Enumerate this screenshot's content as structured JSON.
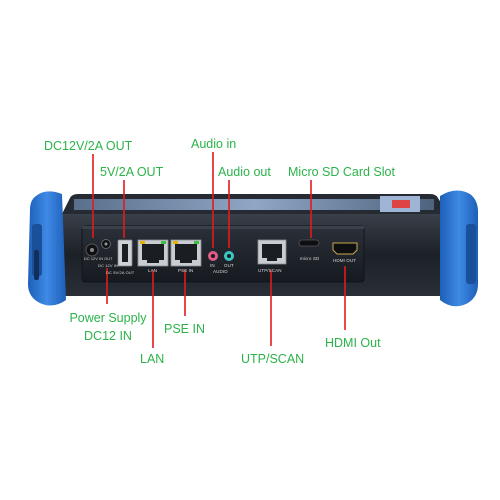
{
  "labels": {
    "dc_out": "DC12V/2A OUT",
    "usb_out": "5V/2A OUT",
    "audio_in": "Audio in",
    "audio_out": "Audio out",
    "sd_slot": "Micro SD Card Slot",
    "power_line1": "Power Supply",
    "power_line2": "DC12 IN",
    "lan": "LAN",
    "pse_in": "PSE IN",
    "utp_scan": "UTP/SCAN",
    "hdmi_out": "HDMI Out"
  },
  "panel_text": {
    "dc12_in_port": "DC 12V IN OUT",
    "dc12_in_label": "DC 12V IN",
    "dc_out": "DC 5V/2A OUT",
    "lan": "LAN",
    "pse_in": "PSE IN",
    "audio_in": "IN",
    "audio_out": "OUT",
    "audio": "AUDIO",
    "utp_scan": "UTP/SCAN",
    "micro_sd": "micro SD",
    "hdmi_out": "HDMI OUT"
  },
  "colors": {
    "label": "#2bb34a",
    "pointer_line": "#e01c1c",
    "bumper": "#2f78d6",
    "panel": "#1f242c"
  }
}
